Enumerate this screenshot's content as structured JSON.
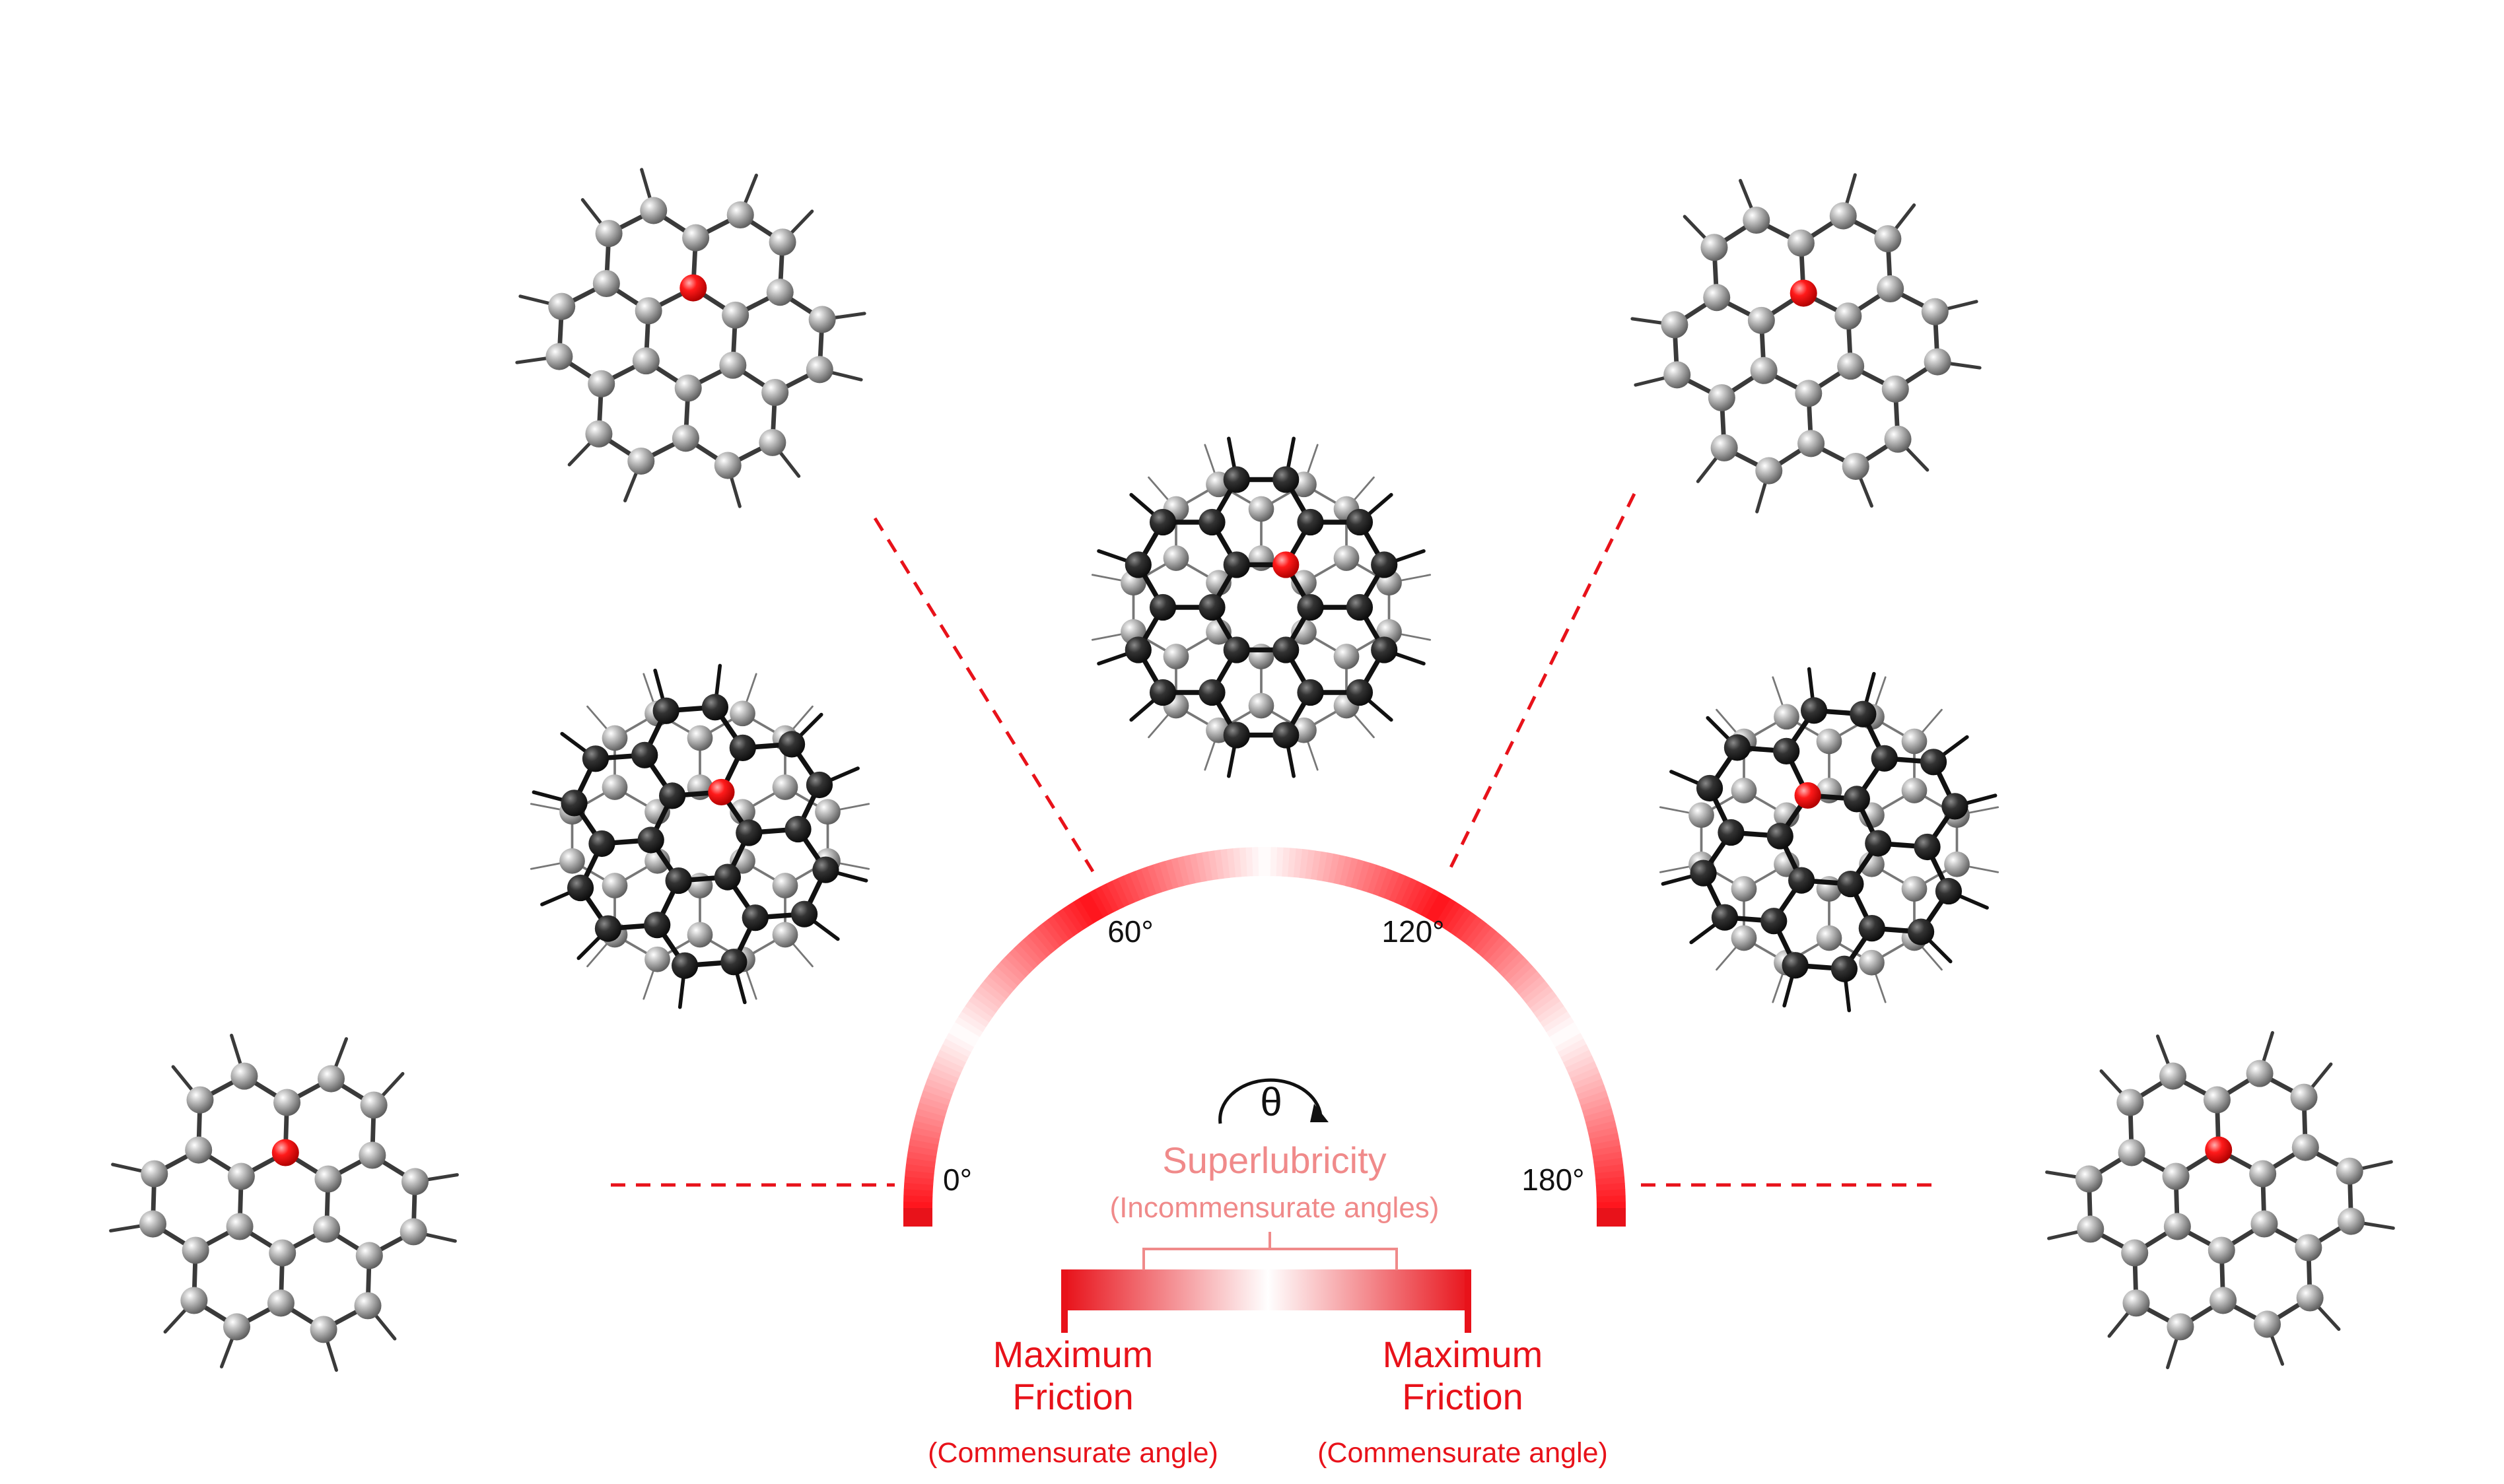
{
  "colors": {
    "accent_red": "#e8121a",
    "light_red": "#f08a8a",
    "atom_gray": "#a8a8a8",
    "atom_dark": "#2a2a2a",
    "atom_marker": "#ff1a1a"
  },
  "arc": {
    "angle_labels": [
      "0°",
      "60°",
      "120°",
      "180°"
    ],
    "rotation_symbol": "θ"
  },
  "legend": {
    "superlubricity_title": "Superlubricity",
    "superlubricity_subtitle": "(Incommensurate angles)",
    "left_title_line1": "Maximum",
    "left_title_line2": "Friction",
    "left_subtitle": "(Commensurate angle)",
    "right_title_line1": "Maximum",
    "right_title_line2": "Friction",
    "right_subtitle": "(Commensurate angle)"
  },
  "molecules": {
    "single_icon": "coronene-molecule-icon",
    "stacked_icon": "stacked-coronene-bilayer-icon",
    "marker_icon": "red-marker-atom-icon"
  }
}
